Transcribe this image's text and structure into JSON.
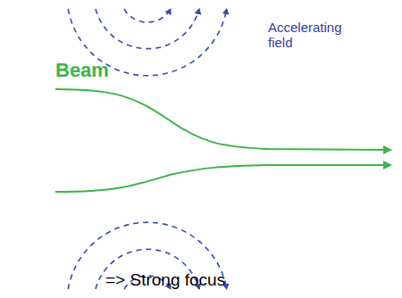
{
  "diagram": {
    "labels": [
      "Accelerating field",
      "Beam",
      "=> Strong focus"
    ]
  }
}
